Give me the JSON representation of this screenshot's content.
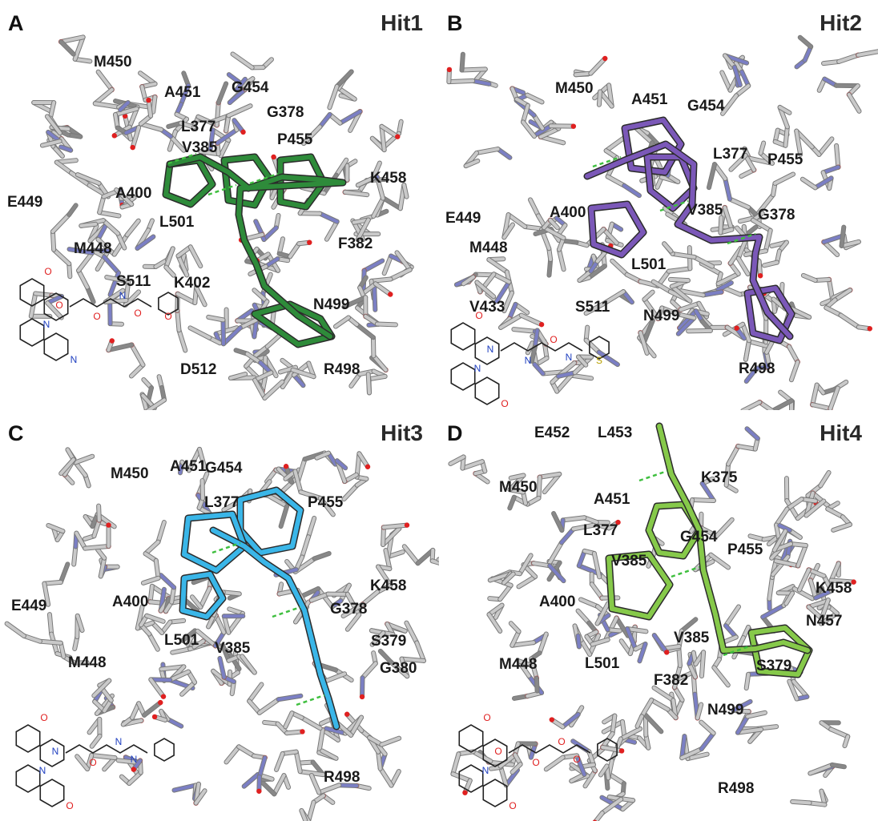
{
  "panels": [
    {
      "letter": "A",
      "title": "Hit1",
      "ligand_color": "#2e8b3a",
      "residues": [
        "M450",
        "A451",
        "G454",
        "G378",
        "L377",
        "P455",
        "V385",
        "K458",
        "E449",
        "A400",
        "L501",
        "F382",
        "M448",
        "S511",
        "K402",
        "N499",
        "D512",
        "R498"
      ],
      "structure_atoms": [
        "O",
        "O",
        "N",
        "N",
        "O",
        "N",
        "O",
        "O"
      ]
    },
    {
      "letter": "B",
      "title": "Hit2",
      "ligand_color": "#7b58b8",
      "residues": [
        "M450",
        "A451",
        "G454",
        "L377",
        "P455",
        "E449",
        "A400",
        "V385",
        "G378",
        "M448",
        "L501",
        "V433",
        "S511",
        "N499",
        "R498"
      ],
      "structure_atoms": [
        "O",
        "N",
        "N",
        "O",
        "N",
        "O",
        "N",
        "S"
      ]
    },
    {
      "letter": "C",
      "title": "Hit3",
      "ligand_color": "#3ab6e8",
      "residues": [
        "M450",
        "A451",
        "G454",
        "L377",
        "P455",
        "K458",
        "E449",
        "A400",
        "G378",
        "L501",
        "V385",
        "S379",
        "M448",
        "G380",
        "R498"
      ],
      "structure_atoms": [
        "O",
        "N",
        "N",
        "O",
        "O",
        "N",
        "N"
      ]
    },
    {
      "letter": "D",
      "title": "Hit4",
      "ligand_color": "#86c94a",
      "residues": [
        "E452",
        "L453",
        "M450",
        "K375",
        "A451",
        "L377",
        "G454",
        "P455",
        "V385",
        "A400",
        "K458",
        "N457",
        "V385",
        "M448",
        "L501",
        "F382",
        "S379",
        "N499",
        "R498"
      ],
      "structure_atoms": [
        "O",
        "O",
        "N",
        "O",
        "O",
        "O",
        "O"
      ]
    }
  ]
}
